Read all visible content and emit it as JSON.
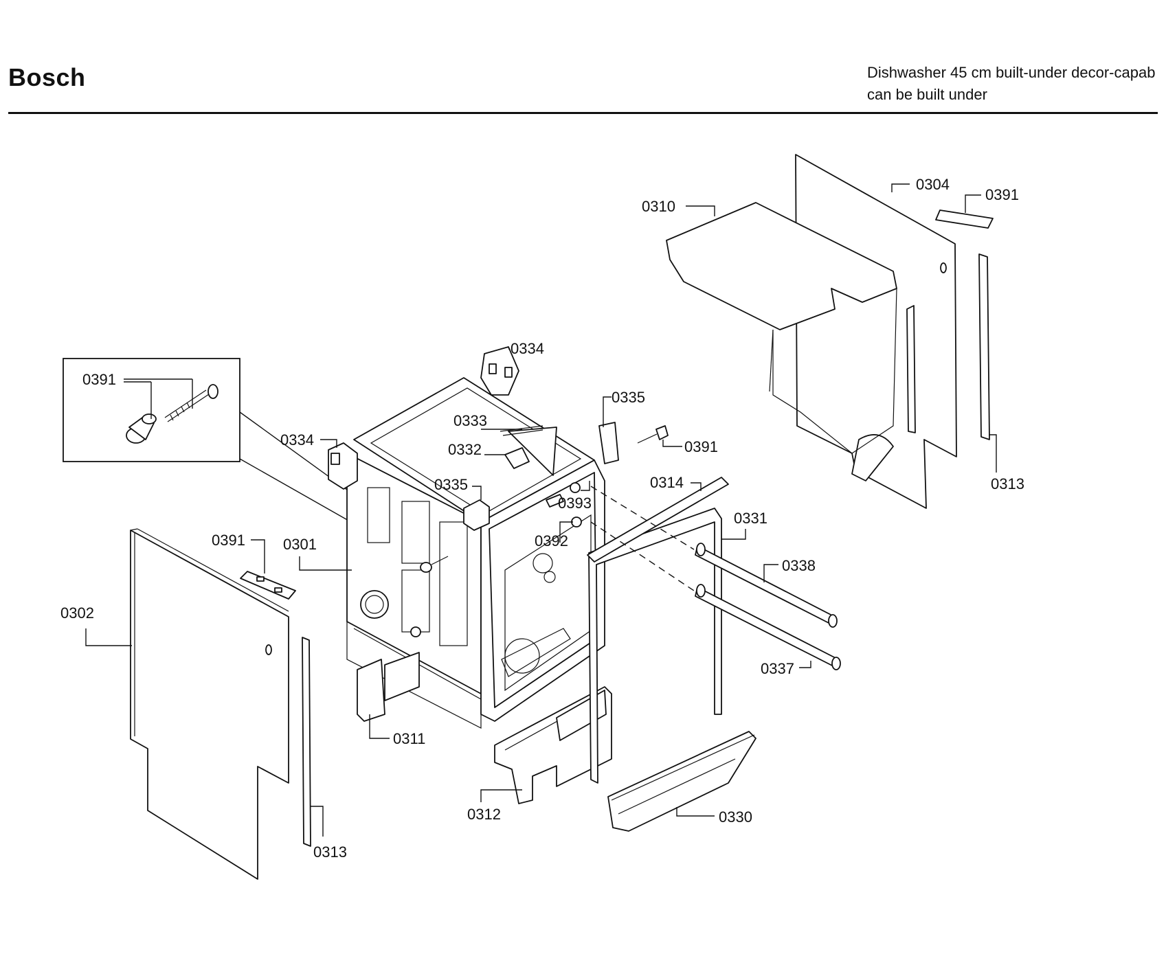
{
  "header": {
    "brand": "Bosch",
    "description_line1": "Dishwasher 45 cm built-under decor-capab",
    "description_line2": "can be built under"
  },
  "labels": {
    "p0301": "0301",
    "p0302": "0302",
    "p0304": "0304",
    "p0310": "0310",
    "p0311": "0311",
    "p0312": "0312",
    "p0313": "0313",
    "p0314": "0314",
    "p0330": "0330",
    "p0331": "0331",
    "p0332": "0332",
    "p0333": "0333",
    "p0334": "0334",
    "p0335": "0335",
    "p0337": "0337",
    "p0338": "0338",
    "p0391": "0391",
    "p0392": "0392",
    "p0393": "0393"
  }
}
